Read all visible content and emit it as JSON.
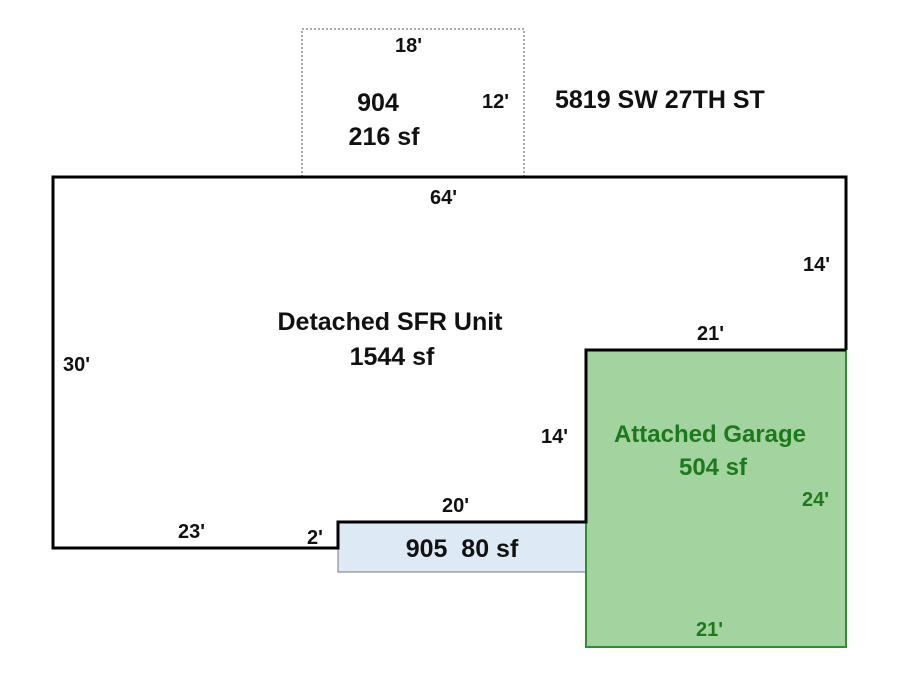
{
  "address": "5819 SW 27TH ST",
  "areas": {
    "addition_904": {
      "code": "904",
      "area": "216 sf",
      "style": "dotted-outline"
    },
    "main_unit": {
      "name": "Detached SFR Unit",
      "area": "1544 sf"
    },
    "garage": {
      "name": "Attached Garage",
      "area": "504 sf",
      "fill_color": "#a3d39f",
      "border_color": "#2f8f2f",
      "text_color": "#1c7a1c"
    },
    "area_905": {
      "label": "905  80 sf",
      "fill_color": "#dde9f4"
    }
  },
  "dimensions": {
    "addition_top": "18'",
    "addition_side": "12'",
    "main_top": "64'",
    "main_right_upper": "14'",
    "main_left": "30'",
    "main_notch_top": "21'",
    "main_notch_side": "14'",
    "main_bottom_left": "23'",
    "main_bottom_step": "2'",
    "main_bottom_mid": "20'",
    "garage_side": "24'",
    "garage_bottom": "21'"
  }
}
